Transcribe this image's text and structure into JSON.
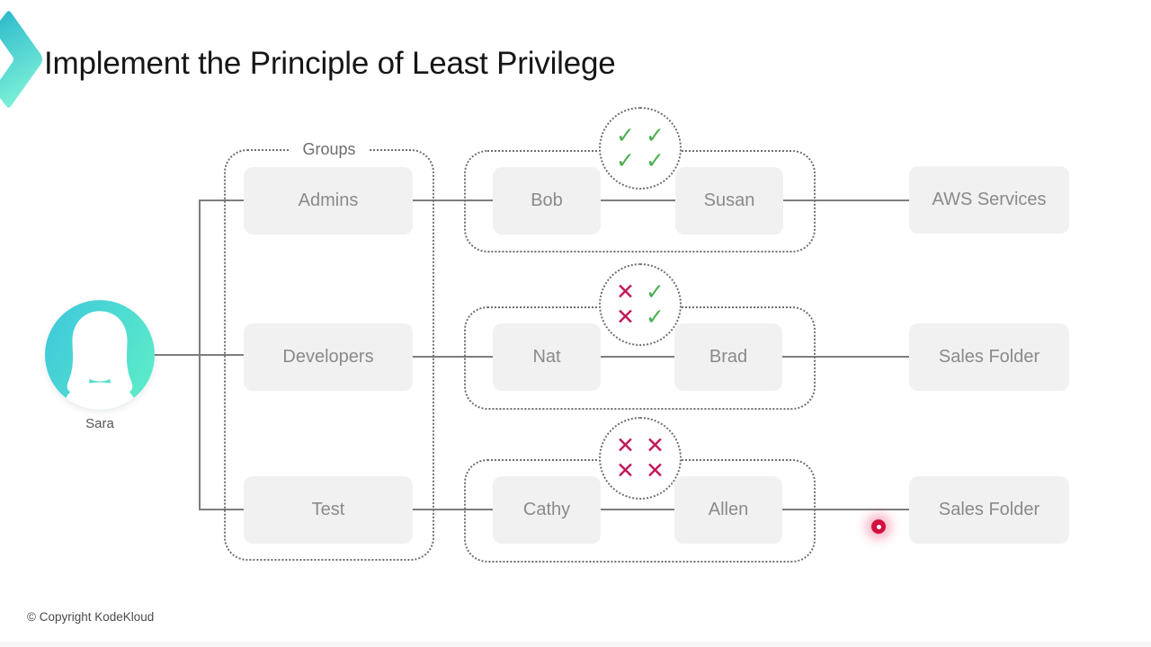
{
  "slide": {
    "title": "Implement the Principle of Least Privilege",
    "copyright": "© Copyright KodeKloud"
  },
  "user": {
    "name": "Sara"
  },
  "groups": {
    "label": "Groups"
  },
  "rows": [
    {
      "group": "Admins",
      "members": [
        "Bob",
        "Susan"
      ],
      "permissions": [
        "allow",
        "allow",
        "allow",
        "allow"
      ],
      "resource": "AWS Services"
    },
    {
      "group": "Developers",
      "members": [
        "Nat",
        "Brad"
      ],
      "permissions": [
        "deny",
        "allow",
        "deny",
        "allow"
      ],
      "resource": "Sales Folder"
    },
    {
      "group": "Test",
      "members": [
        "Cathy",
        "Allen"
      ],
      "permissions": [
        "deny",
        "deny",
        "deny",
        "deny"
      ],
      "resource": "Sales Folder"
    }
  ],
  "permission_icons": {
    "allow": {
      "name": "check-icon",
      "glyph": "✓",
      "color": "#4caf50"
    },
    "deny": {
      "name": "cross-icon",
      "glyph": "✕",
      "color": "#c2185b"
    }
  },
  "colors": {
    "line_gray": "#7d7d7d",
    "box_fill": "#f1f1f1",
    "box_text": "#8a8a8a",
    "dot_border": "#6f6f6f",
    "avatar_teal": "#3ec6dc",
    "avatar_mint": "#5eefc7",
    "chevron_teal": "#2cb9cb",
    "chevron_mint": "#7df0d8",
    "cursor_red": "#d01040"
  }
}
